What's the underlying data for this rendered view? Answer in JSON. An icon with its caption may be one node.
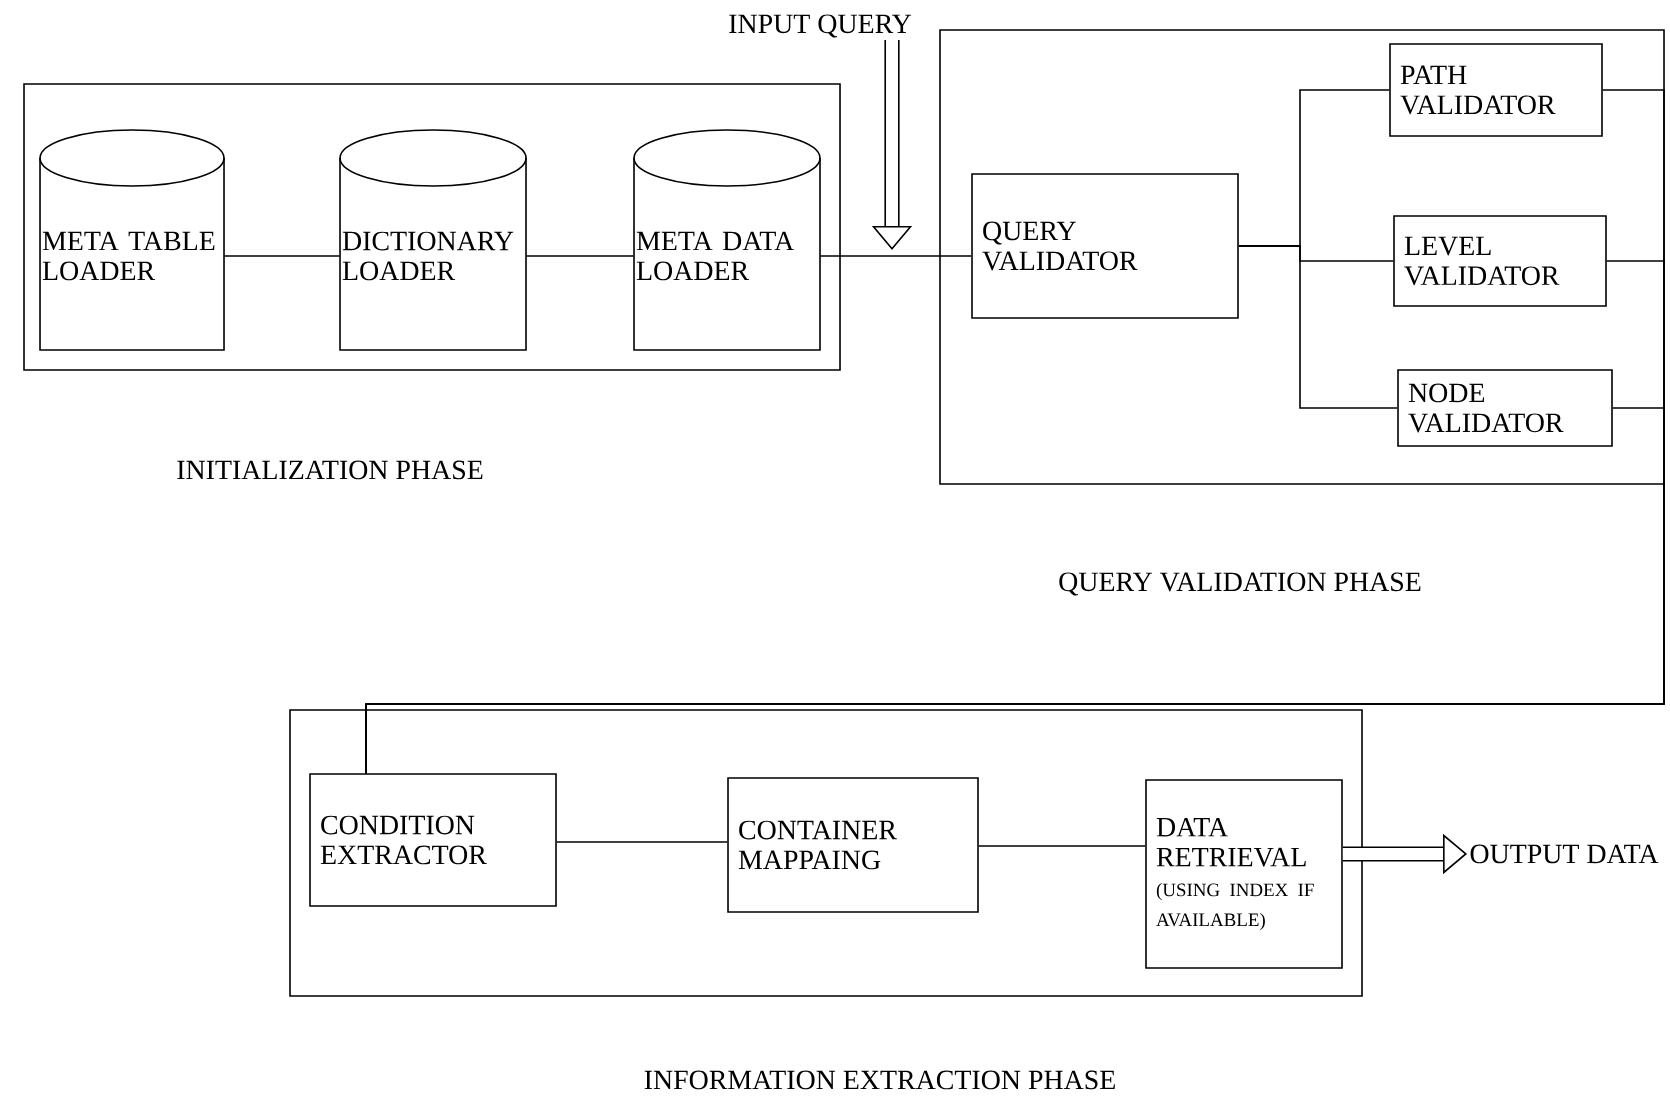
{
  "diagram": {
    "nodes": [
      {
        "text": [
          "INITIALIZATION PHASE"
        ]
      },
      {
        "text": [
          "META TABLE LOADER"
        ],
        "in": 0
      },
      {
        "text": [
          "DICTIONARY LOADER"
        ],
        "in": 0
      },
      {
        "text": [
          "META DATA LOADER"
        ],
        "in": 0
      },
      {
        "text": [
          "QUERY VALIDATION PHASE"
        ]
      },
      {
        "text": [
          "QUERY VALIDATOR"
        ],
        "in": 4
      },
      {
        "text": [
          "PATH VALIDATOR"
        ],
        "in": 4
      },
      {
        "text": [
          "LEVEL VALIDATOR"
        ],
        "in": 4
      },
      {
        "text": [
          "NODE VALIDATOR"
        ],
        "in": 4
      },
      {
        "text": [
          "INFORMATION EXTRACTION PHASE"
        ]
      },
      {
        "text": [
          "CONDITION EXTRACTOR"
        ],
        "in": 9
      },
      {
        "text": [
          "CONTAINER MAPPAING"
        ],
        "in": 9
      },
      {
        "text": [
          "DATA RETRIEVAL",
          "(USING INDEX IF AVAILABLE)"
        ],
        "in": 9
      },
      {
        "text": [
          "INPUT QUERY"
        ]
      },
      {
        "text": [
          "OUTPUT DATA"
        ]
      }
    ],
    "edges": [
      {
        "from": 1,
        "to": 2,
        "arrow": "none"
      },
      {
        "from": 2,
        "to": 3,
        "arrow": "none"
      },
      {
        "from": 3,
        "to": 5,
        "arrow": "none"
      },
      {
        "from": 13,
        "to": null,
        "arrow": "to",
        "style": "thick"
      },
      {
        "from": 5,
        "to": 6,
        "arrow": "none"
      },
      {
        "from": 5,
        "to": 7,
        "arrow": "none"
      },
      {
        "from": 5,
        "to": 8,
        "arrow": "none"
      },
      {
        "from": 6,
        "to": 10,
        "arrow": "none"
      },
      {
        "from": 7,
        "to": 10,
        "arrow": "none"
      },
      {
        "from": 8,
        "to": 10,
        "arrow": "none"
      },
      {
        "from": 10,
        "to": 11,
        "arrow": "none"
      },
      {
        "from": 11,
        "to": 12,
        "arrow": "none"
      },
      {
        "from": 12,
        "to": 14,
        "arrow": "to",
        "style": "thick"
      }
    ]
  }
}
